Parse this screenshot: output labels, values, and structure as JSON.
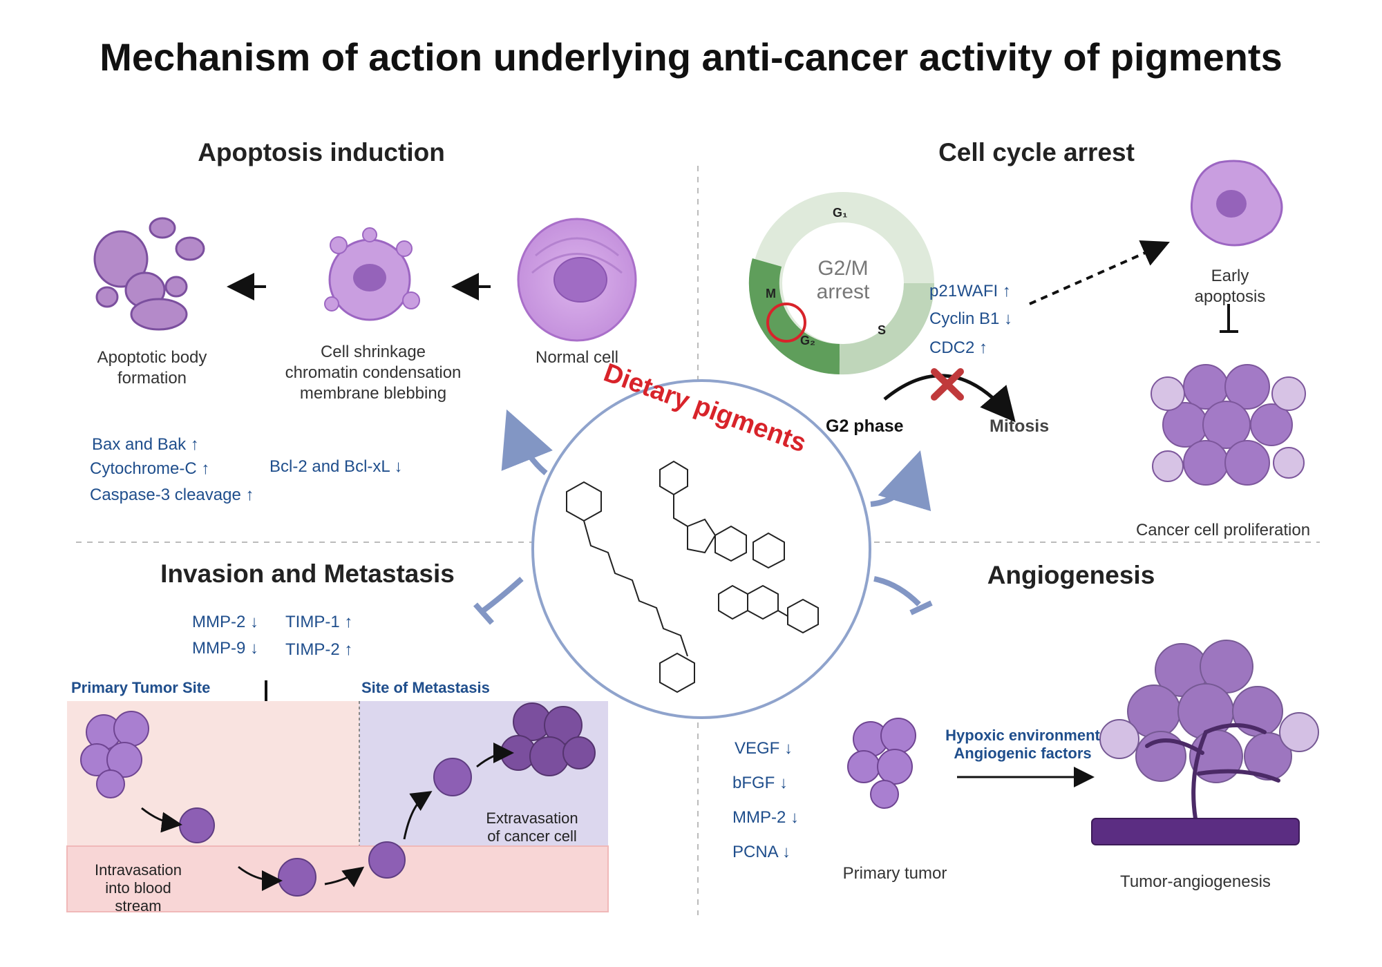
{
  "title": "Mechanism of action underlying anti-cancer activity of pigments",
  "center": {
    "label": "Dietary pigments"
  },
  "apoptosis": {
    "heading": "Apoptosis induction",
    "stage1": "Normal cell",
    "stage2_line1": "Cell shrinkage",
    "stage2_line2": "chromatin condensation",
    "stage2_line3": "membrane blebbing",
    "stage3_line1": "Apoptotic body",
    "stage3_line2": "formation",
    "up_markers": [
      "Bax and Bak",
      "Cytochrome-C",
      "Caspase-3 cleavage"
    ],
    "down_marker": "Bcl-2 and Bcl-xL"
  },
  "cell_cycle": {
    "heading": "Cell cycle arrest",
    "wheel_center_line1": "G2/M",
    "wheel_center_line2": "arrest",
    "phase_g1": "G₁",
    "phase_s": "S",
    "phase_g2": "G₂",
    "phase_m": "M",
    "markers": [
      {
        "name": "p21WAFI",
        "dir": "up"
      },
      {
        "name": "Cyclin B1",
        "dir": "down"
      },
      {
        "name": "CDC2",
        "dir": "up"
      }
    ],
    "g2_phase": "G2 phase",
    "mitosis": "Mitosis",
    "early_line1": "Early",
    "early_line2": "apoptosis",
    "proliferation": "Cancer cell proliferation"
  },
  "invasion": {
    "heading": "Invasion and Metastasis",
    "markers_down": [
      "MMP-2",
      "MMP-9"
    ],
    "markers_up": [
      "TIMP-1",
      "TIMP-2"
    ],
    "primary_site": "Primary Tumor Site",
    "metastasis_site": "Site of Metastasis",
    "intra_line1": "Intravasation",
    "intra_line2": "into blood",
    "intra_line3": "stream",
    "extra_line1": "Extravasation",
    "extra_line2": "of cancer cell"
  },
  "angiogenesis": {
    "heading": "Angiogenesis",
    "markers_down": [
      "VEGF",
      "bFGF",
      "MMP-2",
      "PCNA"
    ],
    "primary_tumor": "Primary tumor",
    "factor_line1": "Hypoxic environment",
    "factor_line2": "Angiogenic factors",
    "result": "Tumor-angiogenesis"
  },
  "colors": {
    "purple_dark": "#7b4f9e",
    "purple_light": "#c9a8e0",
    "blue_text": "#1f4e8c",
    "circle_border": "#8fa3cc",
    "red_title": "#d8232a",
    "green_dark": "#5f9e5b",
    "green_light": "#dfeadb"
  }
}
